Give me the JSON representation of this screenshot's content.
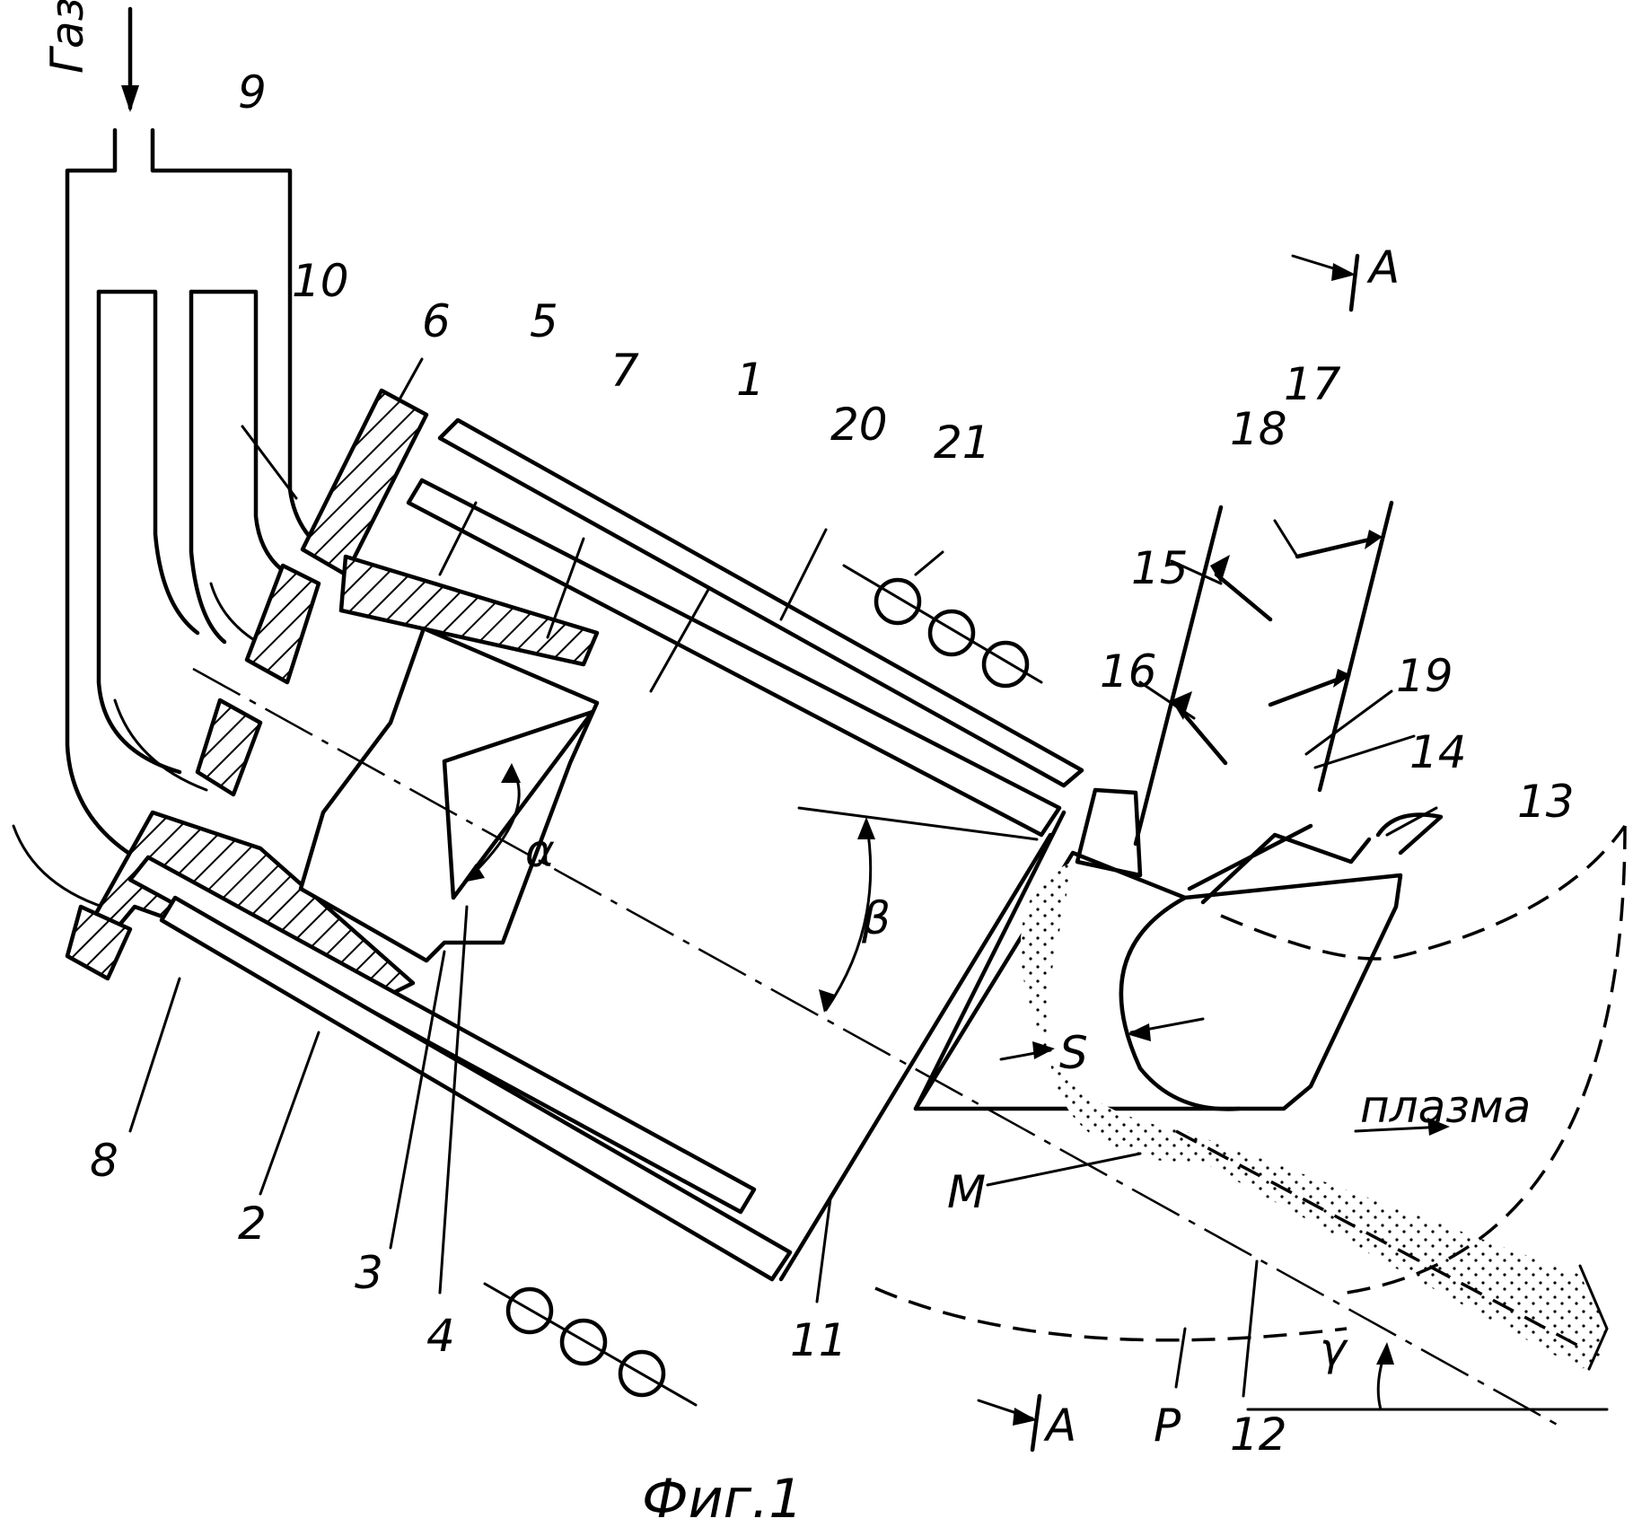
{
  "diagram": {
    "caption": "Фиг.1",
    "gas_label": "Газ",
    "plasma_label": "плазма",
    "section_mark": "A",
    "angle_alpha": "α",
    "angle_beta": "β",
    "angle_gamma": "γ",
    "label_S": "S",
    "label_M": "M",
    "label_P": "P",
    "part_numbers": {
      "n1": "1",
      "n2": "2",
      "n3": "3",
      "n4": "4",
      "n5": "5",
      "n6": "6",
      "n7": "7",
      "n8": "8",
      "n9": "9",
      "n10": "10",
      "n11": "11",
      "n12": "12",
      "n13": "13",
      "n14": "14",
      "n15": "15",
      "n16": "16",
      "n17": "17",
      "n18": "18",
      "n19": "19",
      "n20": "20",
      "n21": "21"
    }
  }
}
